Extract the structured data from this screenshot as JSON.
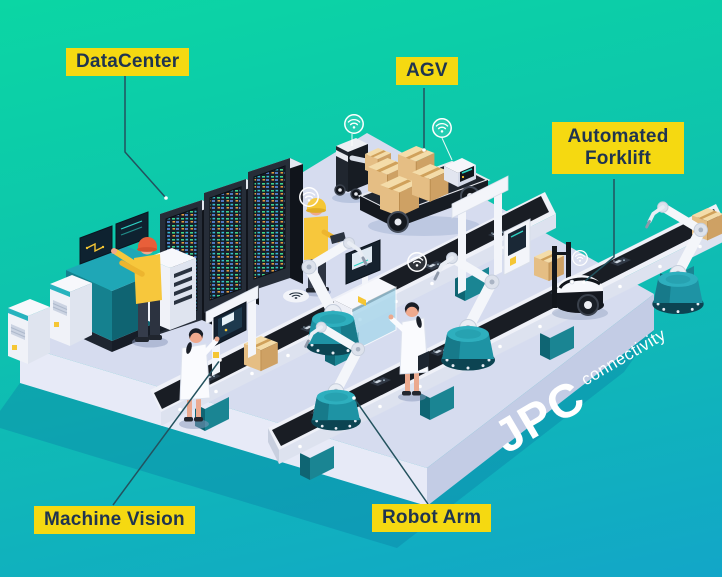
{
  "scene_title": "Smart factory automation isometric illustration",
  "background": {
    "gradient_top": "#0BD6A4",
    "gradient_bottom": "#12A6C8"
  },
  "callout_style": {
    "background": "#F5D911",
    "text_color": "#1F3450",
    "leader_line_color": "#23525E"
  },
  "callouts": {
    "datacenter": {
      "text": "DataCenter"
    },
    "agv": {
      "text": "AGV"
    },
    "automated_forklift": {
      "text": "Automated Forklift"
    },
    "machine_vision": {
      "text": "Machine Vision"
    },
    "robot_arm": {
      "text": "Robot Arm"
    }
  },
  "wordmark": {
    "brand": "JPC",
    "tagline": "connectivity",
    "color": "#FFFFFF"
  },
  "icons": [
    {
      "name": "wifi-icon",
      "count": 5,
      "style": "white outline circle with wifi waves"
    },
    {
      "name": "wifi-floor-icon",
      "count": 1,
      "style": "dark wifi glyph on white floor ellipse"
    }
  ],
  "scene_elements": [
    "isometric-platform",
    "server-racks",
    "control-console",
    "industrial-cabinets",
    "agv-cart-with-boxes",
    "transport-robot",
    "automated-forklift-robot",
    "conveyor-line-upper",
    "conveyor-line-lower",
    "machine-vision-station",
    "glass-inspection-chamber",
    "robot-arms",
    "factory-workers",
    "lab-technicians",
    "cardboard-boxes",
    "circuit-boards"
  ]
}
